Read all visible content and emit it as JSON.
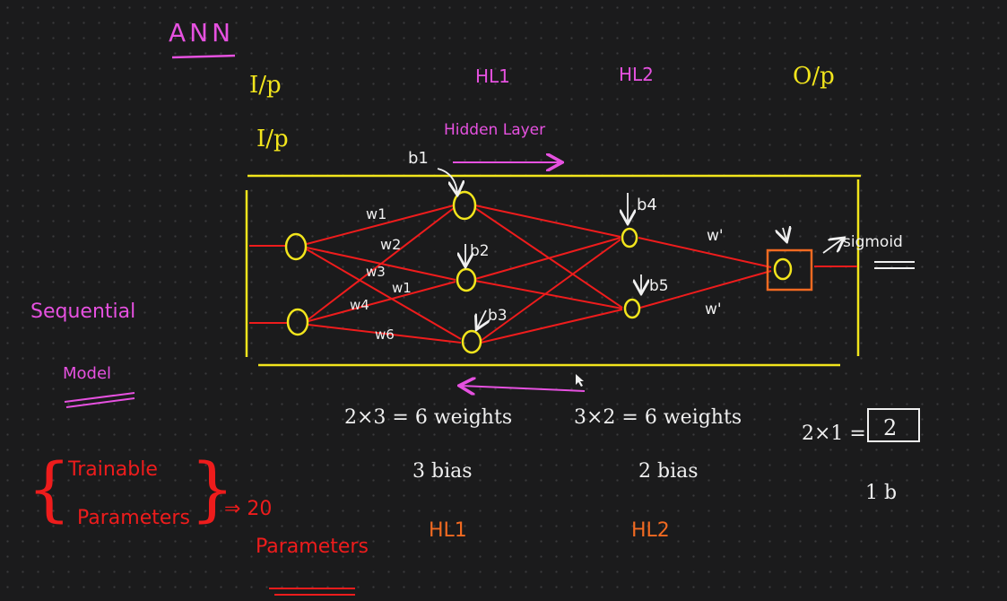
{
  "colors": {
    "background": "#1b1b1c",
    "pink": "#e651e0",
    "yellow": "#f2e51c",
    "red": "#ee1c1c",
    "white": "#f0f0f0",
    "orange": "#f26a21",
    "grid_dot": "#3a3a3c"
  },
  "title": "ANN",
  "layer_labels": {
    "input_1": "I/p",
    "input_2": "I/p",
    "hidden_1": "HL1",
    "hidden_2": "HL2",
    "output": "O/p",
    "hidden_layer": "Hidden Layer"
  },
  "left_notes": {
    "model_line1": "Sequential",
    "model_line2": "Model",
    "trainable_line1": "Trainable",
    "trainable_line2": "Parameters",
    "arrow_total": "⇒ 20",
    "parameters": "Parameters"
  },
  "network": {
    "bias_labels": [
      "b1",
      "b2",
      "b3",
      "b4",
      "b5"
    ],
    "weight_labels": [
      "w1",
      "w2",
      "w3",
      "w4",
      "w1",
      "w6"
    ],
    "output_weight_labels": [
      "w'",
      "w'"
    ],
    "activation": "sigmoid"
  },
  "summary": {
    "hl1_weights": "2×3 = 6 weights",
    "hl1_bias": "3 bias",
    "hl1_tag": "HL1",
    "hl2_weights": "3×2 = 6 weights",
    "hl2_bias": "2 bias",
    "hl2_tag": "HL2",
    "out_weights_prefix": "2×1 =",
    "out_weights_value": "2",
    "out_bias": "1 b"
  }
}
